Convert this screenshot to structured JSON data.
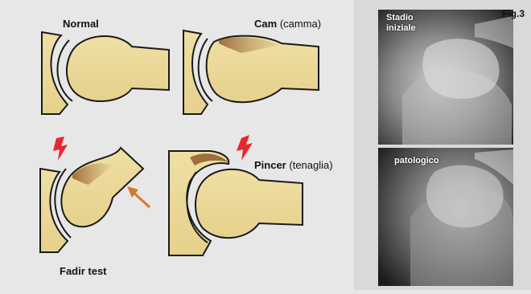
{
  "figure": {
    "label": "Fig.3"
  },
  "panels": {
    "normal": {
      "title": "Normal"
    },
    "cam": {
      "title": "Cam",
      "subtitle": "(camma)"
    },
    "fadir": {
      "title": "Fadir test"
    },
    "pincer": {
      "title": "Pincer",
      "subtitle": "(tenaglia)"
    }
  },
  "xrays": {
    "top": {
      "label_line1": "Stadio",
      "label_line2": "iniziale"
    },
    "bottom": {
      "label": "patologico"
    }
  },
  "colors": {
    "background": "#e7e7e7",
    "bone_fill": "#ecd99a",
    "outline": "#1a1a1a",
    "lesion": "#8f5a2c",
    "pain_bolt": "#e8262e",
    "arrow": "#d9772b"
  }
}
